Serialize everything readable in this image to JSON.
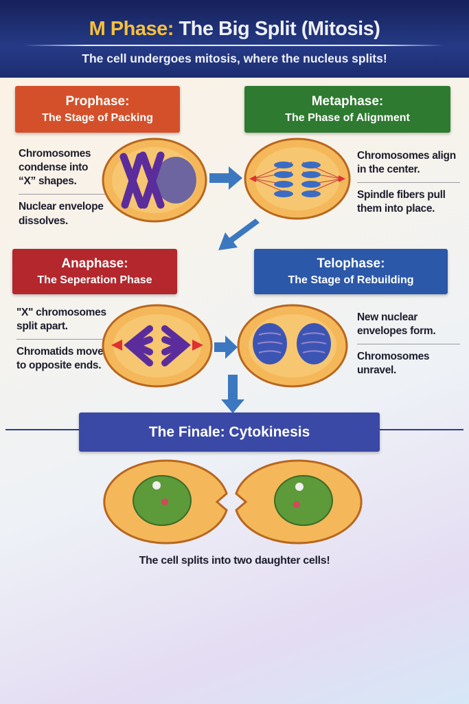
{
  "header": {
    "title_highlight": "M Phase:",
    "title_rest": " The Big Split (Mitosis)",
    "subtitle": "The cell undergoes mitosis, where the nucleus splits!"
  },
  "phases": [
    {
      "name": "Prophase:",
      "subtitle": "The Stage of Packing",
      "color": "#d4502a",
      "notes": [
        "Chromosomes condense into “X” shapes.",
        "Nuclear envelope dissolves."
      ]
    },
    {
      "name": "Metaphase:",
      "subtitle": "The Phase of Alignment",
      "color": "#2e7a30",
      "notes": [
        "Chromosomes align in the center.",
        "Spindle fibers pull them into place."
      ]
    },
    {
      "name": "Anaphase:",
      "subtitle": "The Seperation Phase",
      "color": "#b3272d",
      "notes": [
        "\"X\" chromosomes split apart.",
        "Chromatids move to opposite ends."
      ]
    },
    {
      "name": "Telophase:",
      "subtitle": "The Stage of Rebuilding",
      "color": "#2b58a8",
      "notes": [
        "New nuclear envelopes form.",
        "Chromosomes unravel."
      ]
    }
  ],
  "finale": {
    "title": "The Finale: Cytokinesis",
    "caption": "The cell splits into two daughter cells!",
    "color": "#3a48a6"
  }
}
